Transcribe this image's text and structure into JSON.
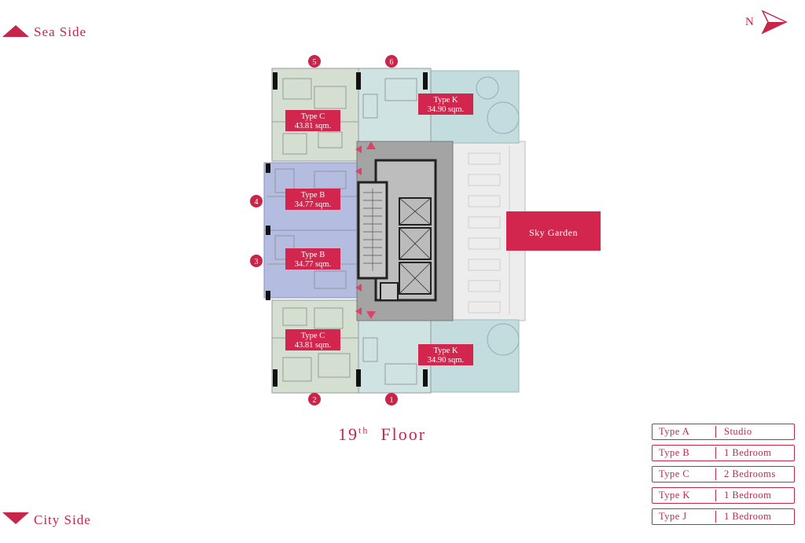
{
  "labels": {
    "sea_side": "Sea Side",
    "city_side": "City Side",
    "north": "N",
    "floor_number": "19",
    "floor_suffix": "th",
    "floor_word": "Floor",
    "sky_garden": "Sky Garden"
  },
  "units": [
    {
      "type": "Type C",
      "area": "43.81 sqm."
    },
    {
      "type": "Type K",
      "area": "34.90 sqm."
    },
    {
      "type": "Type B",
      "area": "34.77 sqm."
    },
    {
      "type": "Type B",
      "area": "34.77 sqm."
    },
    {
      "type": "Type C",
      "area": "43.81 sqm."
    },
    {
      "type": "Type K",
      "area": "34.90 sqm."
    }
  ],
  "unit_numbers": [
    "1",
    "2",
    "3",
    "4",
    "5",
    "6"
  ],
  "legend": [
    {
      "type": "Type A",
      "desc": "Studio"
    },
    {
      "type": "Type B",
      "desc": "1 Bedroom"
    },
    {
      "type": "Type C",
      "desc": "2 Bedrooms"
    },
    {
      "type": "Type K",
      "desc": "1 Bedroom"
    },
    {
      "type": "Type J",
      "desc": "1 Bedroom"
    }
  ],
  "colors": {
    "accent": "#c8254a",
    "type_c_fill": "#d7e0d3",
    "type_b_fill": "#b6bfdf",
    "type_k_fill": "#cfe2e2",
    "core_fill": "#a3a3a3",
    "garden_fill": "#ececec"
  }
}
